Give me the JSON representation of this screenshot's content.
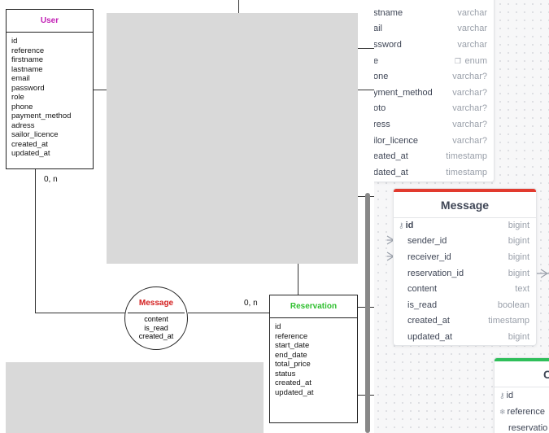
{
  "er_diagram": {
    "user": {
      "title": "User",
      "title_color": "#c21fb5",
      "attributes": [
        "id",
        "reference",
        "firstname",
        "lastname",
        "email",
        "password",
        "role",
        "phone",
        "payment_method",
        "adress",
        "sailor_licence",
        "created_at",
        "updated_at"
      ]
    },
    "reservation": {
      "title": "Reservation",
      "title_color": "#2fbf2f",
      "attributes": [
        "id",
        "reference",
        "start_date",
        "end_date",
        "total_price",
        "status",
        "created_at",
        "updated_at"
      ]
    },
    "message_association": {
      "title": "Message",
      "title_color": "#d42020",
      "attributes": [
        "content",
        "is_read",
        "created_at"
      ]
    },
    "cardinality_user": "0, n",
    "cardinality_reservation": "0, n"
  },
  "db_panel": {
    "user_table_partial_rows": [
      {
        "name": "stname",
        "type": "varchar"
      },
      {
        "name": "ail",
        "type": "varchar"
      },
      {
        "name": "ssword",
        "type": "varchar"
      },
      {
        "name": "e",
        "type": "enum",
        "icon": "bookmark-icon"
      },
      {
        "name": "one",
        "type": "varchar?"
      },
      {
        "name": "yment_method",
        "type": "varchar?"
      },
      {
        "name": "oto",
        "type": "varchar?"
      },
      {
        "name": "ress",
        "type": "varchar?"
      },
      {
        "name": "ilor_licence",
        "type": "varchar?"
      },
      {
        "name": "eated_at",
        "type": "timestamp"
      },
      {
        "name": "dated_at",
        "type": "timestamp"
      }
    ],
    "message_table": {
      "title": "Message",
      "header_color": "#e23a2e",
      "rows": [
        {
          "name": "id",
          "type": "bigint",
          "icon": "key-icon",
          "primary": true
        },
        {
          "name": "sender_id",
          "type": "bigint"
        },
        {
          "name": "receiver_id",
          "type": "bigint"
        },
        {
          "name": "reservation_id",
          "type": "bigint"
        },
        {
          "name": "content",
          "type": "text"
        },
        {
          "name": "is_read",
          "type": "boolean"
        },
        {
          "name": "created_at",
          "type": "timestamp"
        },
        {
          "name": "updated_at",
          "type": "bigint"
        }
      ]
    },
    "partial_table": {
      "title_partial": "C",
      "header_color": "#2fbf5a",
      "rows": [
        {
          "name": "id",
          "icon": "key-icon"
        },
        {
          "name": "reference",
          "icon": "snowflake-icon"
        },
        {
          "name": "reservatio"
        }
      ]
    }
  }
}
